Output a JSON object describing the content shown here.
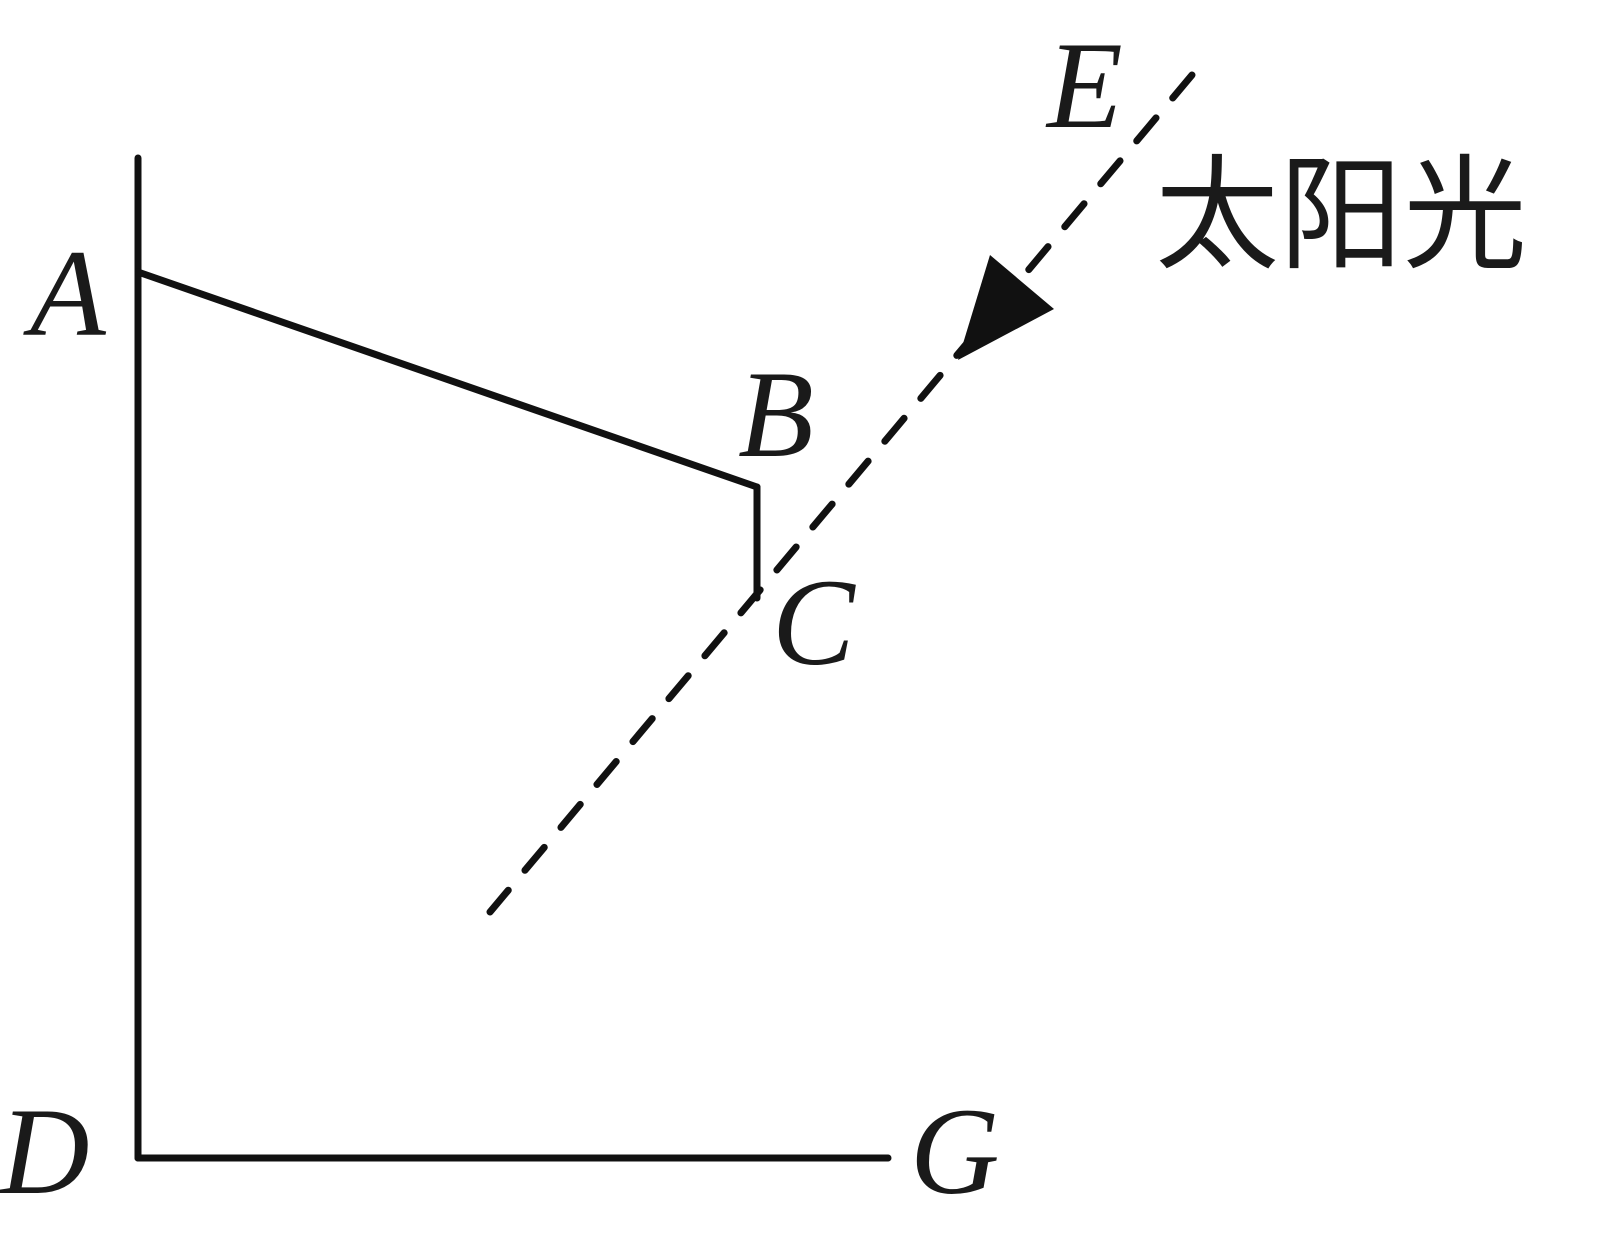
{
  "points": {
    "A": "A",
    "B": "B",
    "C": "C",
    "D": "D",
    "E": "E",
    "G": "G"
  },
  "sun_label": "太阳光"
}
